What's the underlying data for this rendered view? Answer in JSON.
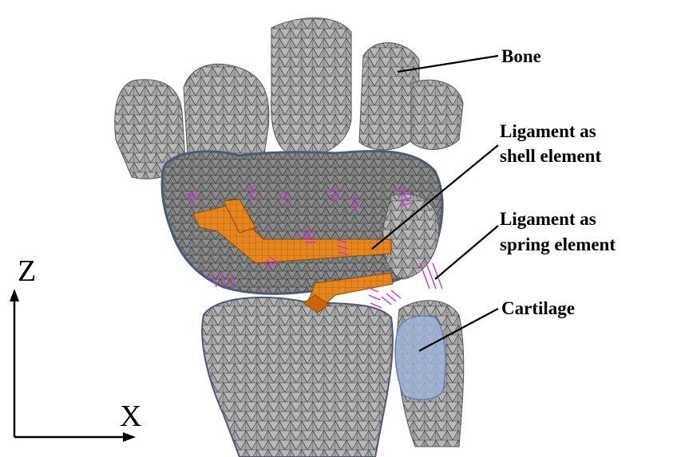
{
  "labels": {
    "bone": "Bone",
    "ligament_shell": [
      "Ligament as",
      "shell element"
    ],
    "ligament_spring": [
      "Ligament as",
      "spring element"
    ],
    "cartilage": "Cartilage"
  },
  "axes": {
    "vertical": "Z",
    "horizontal": "X"
  },
  "colors": {
    "bone": "#9a9a9a",
    "mesh": "#2a2a2a",
    "cartilage": "#9fb2d6",
    "ligament_shell": "#e8861c",
    "ligament_spring": "#d030d8",
    "leader": "#000000"
  }
}
